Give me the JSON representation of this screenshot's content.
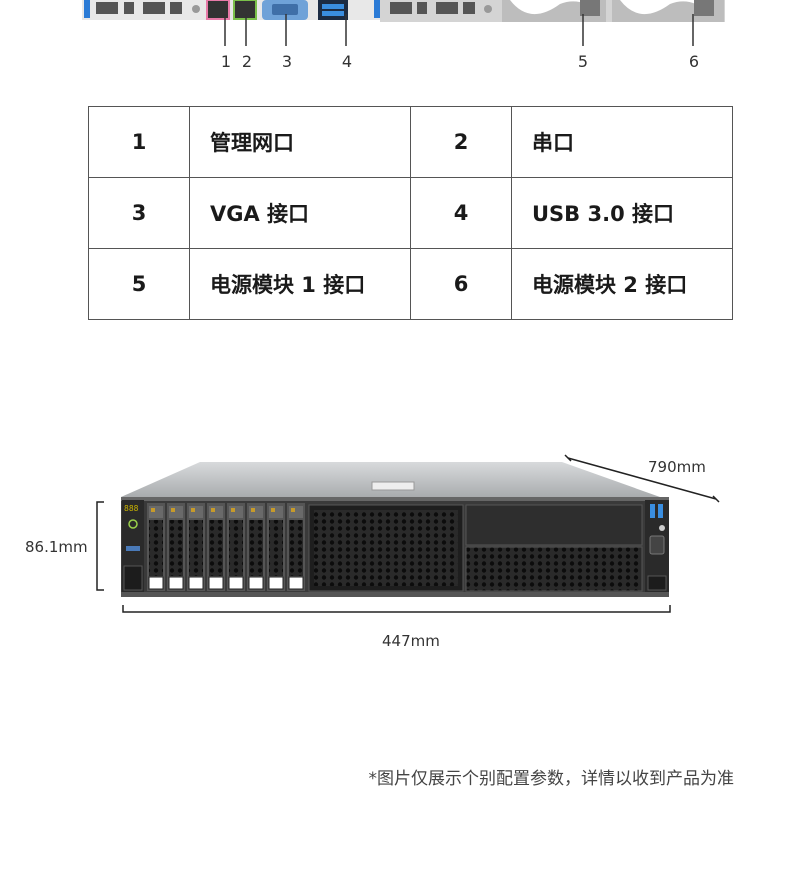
{
  "callouts": [
    "1",
    "2",
    "3",
    "4",
    "5",
    "6"
  ],
  "ports": [
    [
      {
        "num": "1",
        "name": "管理网口"
      },
      {
        "num": "2",
        "name": "串口"
      }
    ],
    [
      {
        "num": "3",
        "name": "VGA 接口"
      },
      {
        "num": "4",
        "name": "USB 3.0 接口"
      }
    ],
    [
      {
        "num": "5",
        "name": "电源模块 1 接口"
      },
      {
        "num": "6",
        "name": "电源模块 2 接口"
      }
    ]
  ],
  "front_panel": {
    "led_display": "888"
  },
  "dimensions": {
    "depth": "790mm",
    "height": "86.1mm",
    "width": "447mm"
  },
  "footnote": "*图片仅展示个别配置参数，详情以收到产品为准"
}
